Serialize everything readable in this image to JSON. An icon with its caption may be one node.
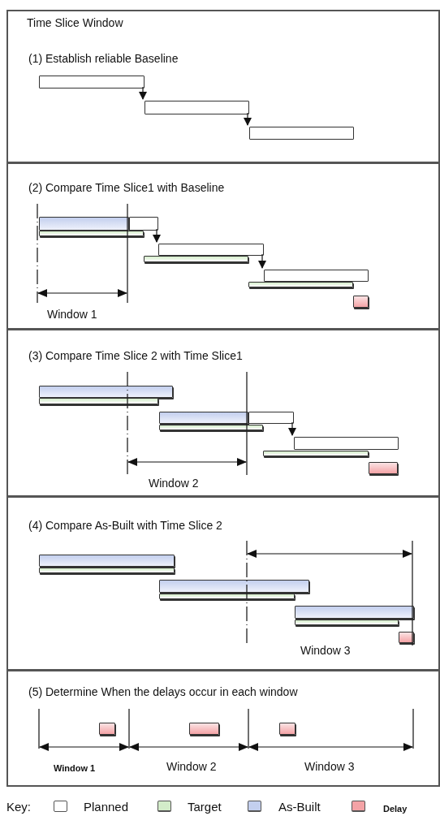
{
  "diagram": {
    "title": "Time Slice Window",
    "nodes": [
      {
        "text": [
          "(1) Establish reliable Baseline"
        ]
      },
      {
        "text": [],
        "shape": "bar",
        "in": 0
      },
      {
        "text": [],
        "shape": "bar",
        "in": 0
      },
      {
        "text": [],
        "shape": "bar",
        "in": 0
      },
      {
        "text": [
          "(2) Compare Time Slice1 with Baseline"
        ]
      },
      {
        "text": [],
        "shape": "bar",
        "in": 4
      },
      {
        "text": [],
        "shape": "bar",
        "in": 4
      },
      {
        "text": [],
        "shape": "bar",
        "in": 4
      },
      {
        "text": [],
        "shape": "bar",
        "in": 4
      },
      {
        "text": [],
        "shape": "bar",
        "in": 4
      },
      {
        "text": [],
        "shape": "bar",
        "in": 4
      },
      {
        "text": [],
        "shape": "bar",
        "in": 4
      },
      {
        "text": [],
        "shape": "bar",
        "in": 4
      },
      {
        "text": [
          "(3) Compare Time Slice 2 with Time Slice1"
        ]
      },
      {
        "text": [],
        "shape": "bar",
        "in": 13
      },
      {
        "text": [],
        "shape": "bar",
        "in": 13
      },
      {
        "text": [],
        "shape": "bar",
        "in": 13
      },
      {
        "text": [],
        "shape": "bar",
        "in": 13
      },
      {
        "text": [],
        "shape": "bar",
        "in": 13
      },
      {
        "text": [],
        "shape": "bar",
        "in": 13
      },
      {
        "text": [],
        "shape": "bar",
        "in": 13
      },
      {
        "text": [],
        "shape": "bar",
        "in": 13
      },
      {
        "text": [
          "(4) Compare As-Built with Time Slice 2"
        ]
      },
      {
        "text": [],
        "shape": "bar",
        "in": 22
      },
      {
        "text": [],
        "shape": "bar",
        "in": 22
      },
      {
        "text": [],
        "shape": "bar",
        "in": 22
      },
      {
        "text": [],
        "shape": "bar",
        "in": 22
      },
      {
        "text": [],
        "shape": "bar",
        "in": 22
      },
      {
        "text": [],
        "shape": "bar",
        "in": 22
      },
      {
        "text": [],
        "shape": "bar",
        "in": 22
      },
      {
        "text": [
          "(5) Determine When the delays occur in each window"
        ]
      },
      {
        "text": [],
        "shape": "bar",
        "in": 30
      },
      {
        "text": [],
        "shape": "bar",
        "in": 30
      },
      {
        "text": [],
        "shape": "bar",
        "in": 30
      }
    ],
    "edges": [
      {
        "from": 1,
        "to": 2,
        "arrow": "to"
      },
      {
        "from": 2,
        "to": 3,
        "arrow": "to"
      },
      {
        "from": 5,
        "to": 8,
        "arrow": "to"
      },
      {
        "from": 8,
        "to": 10,
        "arrow": "to"
      },
      {
        "from": 16,
        "to": 19,
        "arrow": "to"
      }
    ],
    "labels": [
      "Window 1",
      "Window 2",
      "Window 3",
      "Window 1",
      "Window 2",
      "Window 3",
      "Key:"
    ],
    "legend": [
      {
        "text": "Planned",
        "color": "#ffffff"
      },
      {
        "text": "Target",
        "color": "#d3ecc9"
      },
      {
        "text": "As-Built",
        "color": "#c3cfee"
      },
      {
        "text": "Delay",
        "color": "#f4a3a6"
      }
    ]
  }
}
